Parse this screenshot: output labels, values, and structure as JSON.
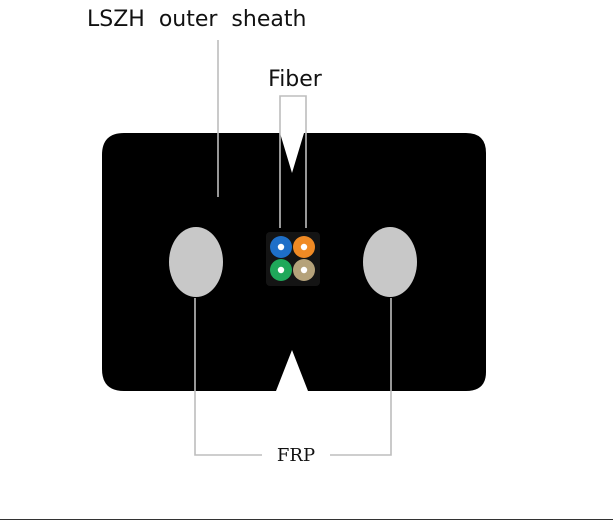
{
  "labels": {
    "sheath": "LSZH  outer  sheath",
    "fiber": "Fiber",
    "frp": "FRP"
  },
  "colors": {
    "sheath": "#000000",
    "leader_line": "#bdbdbd",
    "frp_rod": "#c8c8c8",
    "fiber_blue": "#1e6fc8",
    "fiber_orange": "#f08a24",
    "fiber_green": "#1fa85a",
    "fiber_tan": "#b5a27a",
    "fiber_core": "#ffffff",
    "bottom_rule": "#333333"
  },
  "icons": {
    "fiber": "fiber-strand-icon",
    "frp": "frp-rod-icon"
  }
}
